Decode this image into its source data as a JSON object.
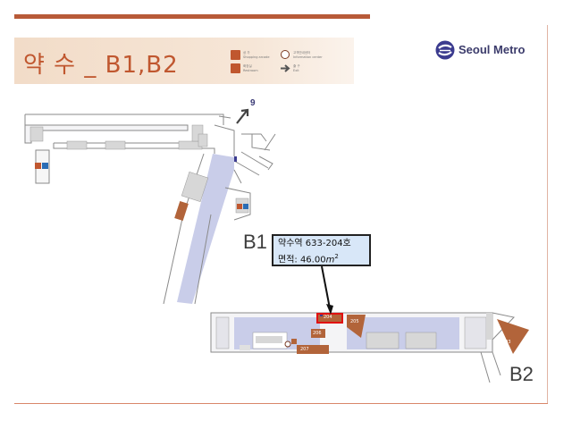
{
  "header": {
    "station_title": "약 수 _ B1,B2"
  },
  "legend": [
    {
      "icon": "shopping-arcade-icon",
      "label_ko": "상 가",
      "label_en": "Shopping arcade",
      "color": "#c0572f"
    },
    {
      "icon": "information-center-icon",
      "label_ko": "고객안내센터",
      "label_en": "Information center",
      "color": "#c0572f"
    },
    {
      "icon": "restroom-icon",
      "label_ko": "화장실",
      "label_en": "Restroom",
      "color": "#c0572f"
    },
    {
      "icon": "exit-arrow-icon",
      "label_ko": "출 구",
      "label_en": "Exit",
      "color": "#555555"
    }
  ],
  "logo": {
    "text": "Seoul Metro",
    "color": "#3b3b6b",
    "icon": "seoul-metro-logo-icon"
  },
  "map": {
    "levels": {
      "b1": "B1",
      "b2": "B2"
    },
    "exit_number": "9",
    "stores": [
      {
        "id": "204",
        "label": "204",
        "highlighted": true
      },
      {
        "id": "205",
        "label": "205"
      },
      {
        "id": "206",
        "label": "206"
      },
      {
        "id": "207",
        "label": "207"
      },
      {
        "id": "203",
        "label": "203"
      }
    ],
    "callout": {
      "line1": "약수역 633-204호",
      "line2_prefix": "면적: 46.00",
      "line2_unit": "m",
      "line2_sup": "2"
    },
    "colors": {
      "platform": "#c9cde9",
      "store": "#b2643a",
      "highlight": "#e11111",
      "wall": "#8a8a8a"
    }
  }
}
